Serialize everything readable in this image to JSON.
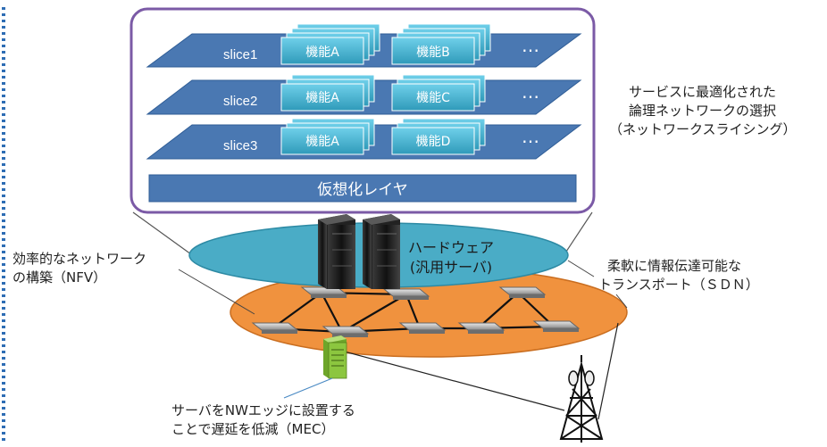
{
  "slices": [
    {
      "name": "slice1",
      "functions": [
        "機能A",
        "機能B"
      ],
      "more": "…"
    },
    {
      "name": "slice2",
      "functions": [
        "機能A",
        "機能C"
      ],
      "more": "…"
    },
    {
      "name": "slice3",
      "functions": [
        "機能A",
        "機能D"
      ],
      "more": "…"
    }
  ],
  "virtualization_layer": "仮想化レイヤ",
  "hardware": {
    "line1": "ハードウェア",
    "line2": "(汎用サーバ)"
  },
  "labels": {
    "slicing": [
      "サービスに最適化された",
      "論理ネットワークの選択",
      "（ネットワークスライシング）"
    ],
    "nfv": [
      "効率的なネットワーク",
      "の構築（NFV）"
    ],
    "sdn": [
      "柔軟に情報伝達可能な",
      "トランスポート（ＳＤＮ）"
    ],
    "mec": [
      "サーバをNWエッジに設置する",
      "ことで遅延を低減（MEC）"
    ]
  },
  "colors": {
    "frame": "#7b5aa6",
    "slice_plane": "#4a78b2",
    "function_box": "#45b3cf",
    "virtualization_bar": "#4a78b2",
    "hardware_ellipse": "#4aacc6",
    "transport_ellipse": "#f0923e",
    "mec_server": "#8cc63f",
    "left_dotted_line": "#2e6db4"
  }
}
